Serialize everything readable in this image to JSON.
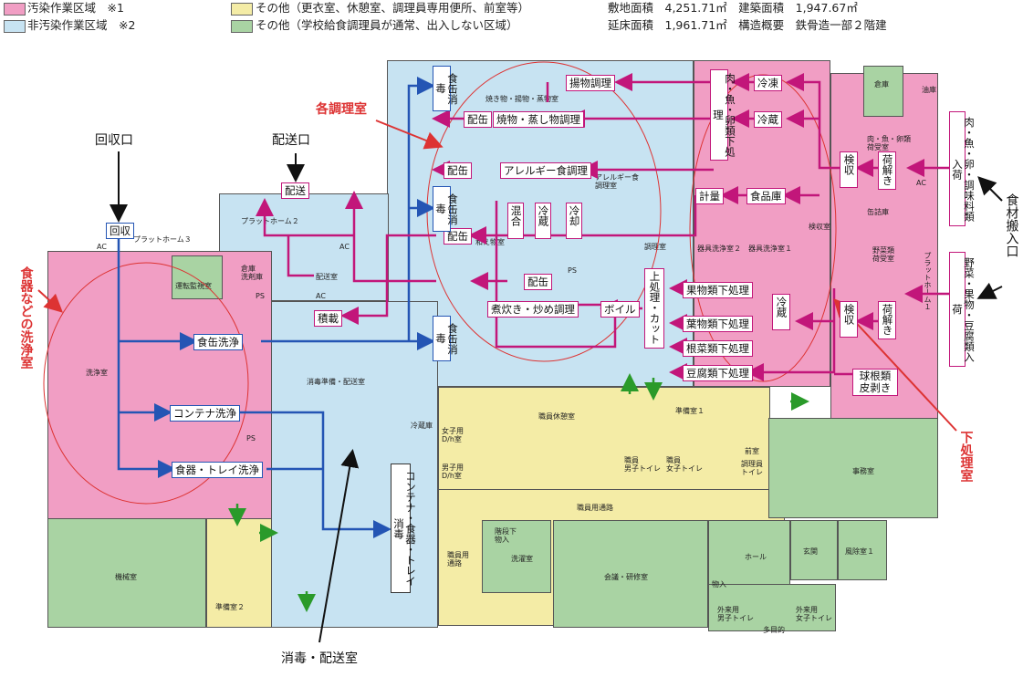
{
  "legend": [
    {
      "text": "汚染作業区域　※1",
      "color": "#f19ec4"
    },
    {
      "text": "非汚染作業区域　※2",
      "color": "#c7e3f2"
    },
    {
      "text": "その他（更衣室、休憩室、調理員専用便所、前室等）",
      "color": "#f4eca6"
    },
    {
      "text": "その他（学校給食調理員が通常、出入しない区域）",
      "color": "#a9d3a3"
    }
  ],
  "site_info": {
    "row1": "敷地面積　4,251.71㎡　建築面積　1,947.67㎡",
    "row2": "延床面積　1,961.71㎡　構造概要　鉄骨造一部２階建"
  },
  "colors": {
    "dirty": "#f19ec4",
    "clean": "#c7e3f2",
    "staff": "#f4eca6",
    "other": "#a9d3a3",
    "flow_dirty": "#c2167a",
    "flow_return": "#2455b4",
    "callout": "#d33"
  },
  "callouts": {
    "kaishuguchi": "回収口",
    "haisoguchi": "配送口",
    "kakuchorishitsu": "各調理室",
    "shokkinado": "食器などの洗浄室",
    "shokuzai": "食材搬入口",
    "shitashori": "下処理室",
    "shodoku": "消毒・配送室"
  },
  "labels": {
    "kaishu": "回収",
    "haiso": "配送",
    "sekisai": "積載",
    "shokkan_senjo": "食缶洗浄",
    "container_senjo": "コンテナ洗浄",
    "shokki_tray": "食器・トレイ洗浄",
    "agemono": "揚物調理",
    "haikan1": "配缶",
    "yakimono": "焼物・蒸し物調理",
    "haikan2": "配缶",
    "allergy": "アレルギー食調理",
    "haikan3": "配缶",
    "haikan4": "配缶",
    "nimono": "煮炊き・炒め調理",
    "boil": "ボイル",
    "reito": "冷凍",
    "reizo": "冷蔵",
    "keiryo": "計量",
    "shokuhinko": "食品庫",
    "kabutsu": "果物類下処理",
    "yosai": "葉物類下処理",
    "konsai": "根菜類下処理",
    "tofu": "豆腐類下処理",
    "kongo": "混合",
    "reizo2": "冷蔵",
    "reikyaku": "冷却",
    "niku": "肉・魚・卵類下処理",
    "kenshu1": "検収",
    "nitoki1": "荷解き",
    "kenshu2": "検収",
    "nitoki2": "荷解き",
    "kyukon": "球根類皮剥き",
    "reizo3": "冷蔵",
    "uwashori": "上処理・カット",
    "shokkan_shodoku1": "食缶消毒",
    "shokkan_shodoku2": "食缶消毒",
    "shokkan_shodoku3": "食缶消毒",
    "container_shodoku": "コンテナ・食器・トレイ消毒",
    "niku_nyuka": "肉・魚・卵・調味料類入荷",
    "yasai_nyuka": "野菜・果物・豆腐類入荷"
  },
  "rooms": {
    "senjo": "洗浄室",
    "kikai": "機械室",
    "junbi2": "準備室２",
    "shodoku_haiso": "消毒準備・配送室",
    "unten": "運転監視室",
    "soko_senjo": "倉庫\n洗剤庫",
    "platform2": "プラットホーム２",
    "platform3": "プラットホーム３",
    "platform1": "プラットホーム１",
    "haisoshitsu": "配送室",
    "yakimono_room": "焼き物・揚物・蒸物室",
    "wakoshitsu": "和え物室",
    "allergy_room": "アレルギー食\n調理室",
    "chorishitsu": "調理室",
    "kigu2": "器具洗浄室２",
    "kigu1": "器具洗浄室１",
    "kenshu_room": "検収室",
    "soko": "倉庫",
    "yuko": "油庫",
    "niku_niukeshitsu": "肉・魚・卵類\n荷受室",
    "yasai_niukeshitsu": "野菜類\n荷受室",
    "kasen": "缶詰庫",
    "shokuin_kyukei": "職員休憩室",
    "junbi1": "準備室１",
    "jimu": "事務室",
    "shokuin_tsuro": "職員用通路",
    "shokuin_tsuro2": "職員用\n通路",
    "kaigi": "会議・研修室",
    "hall": "ホール",
    "genkan": "玄関",
    "fujo": "風除室１",
    "kaidanka": "階段下\n物入",
    "sentaku": "洗濯室",
    "reizoko": "冷蔵庫",
    "joshi_dressing": "女子用\nD/h室",
    "danshi_dressing": "男子用\nD/h室",
    "shokuin_danshi": "職員\n男子トイレ",
    "shokuin_joshi": "職員\n女子トイレ",
    "chori_toilet": "調理員\nトイレ",
    "maeshitsu": "前室",
    "gairai_danshi": "外来用\n男子トイレ",
    "gairai_joshi": "外来用\n女子トイレ",
    "tamokuteki": "多目的",
    "monoire": "物入"
  },
  "ps_ac": {
    "ps": "PS",
    "ac": "AC"
  }
}
